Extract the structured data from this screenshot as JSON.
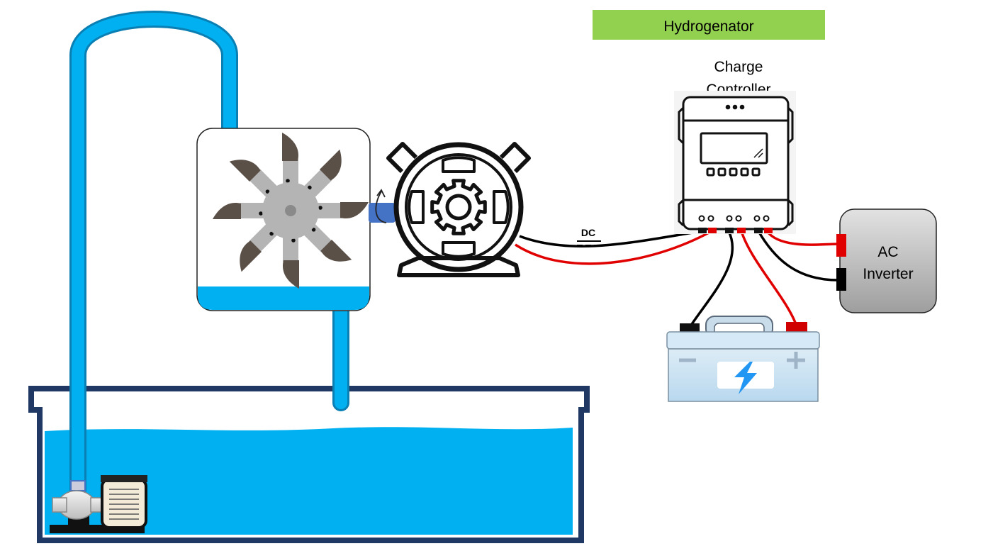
{
  "title": {
    "text": "Hydrogenator",
    "bg_color": "#92d050"
  },
  "labels": {
    "charge_controller_line1": "Charge",
    "charge_controller_line2": "Controller",
    "ac_inverter_line1": "AC",
    "ac_inverter_line2": "Inverter",
    "dc": "DC"
  },
  "colors": {
    "water": "#00b0f0",
    "tank_outline": "#1f3864",
    "wire_positive": "#e00000",
    "wire_negative": "#000000",
    "coupling": "#4472c4",
    "turbine_blade": "#5a5048",
    "turbine_arm": "#b4b4b4"
  },
  "components": {
    "tank": "water-tank",
    "pump": "submersible-pump",
    "turbine": "water-wheel-turbine",
    "generator": "dc-generator-icon",
    "controller": "charge-controller-icon",
    "battery": "battery-icon",
    "inverter": "ac-inverter-box"
  }
}
